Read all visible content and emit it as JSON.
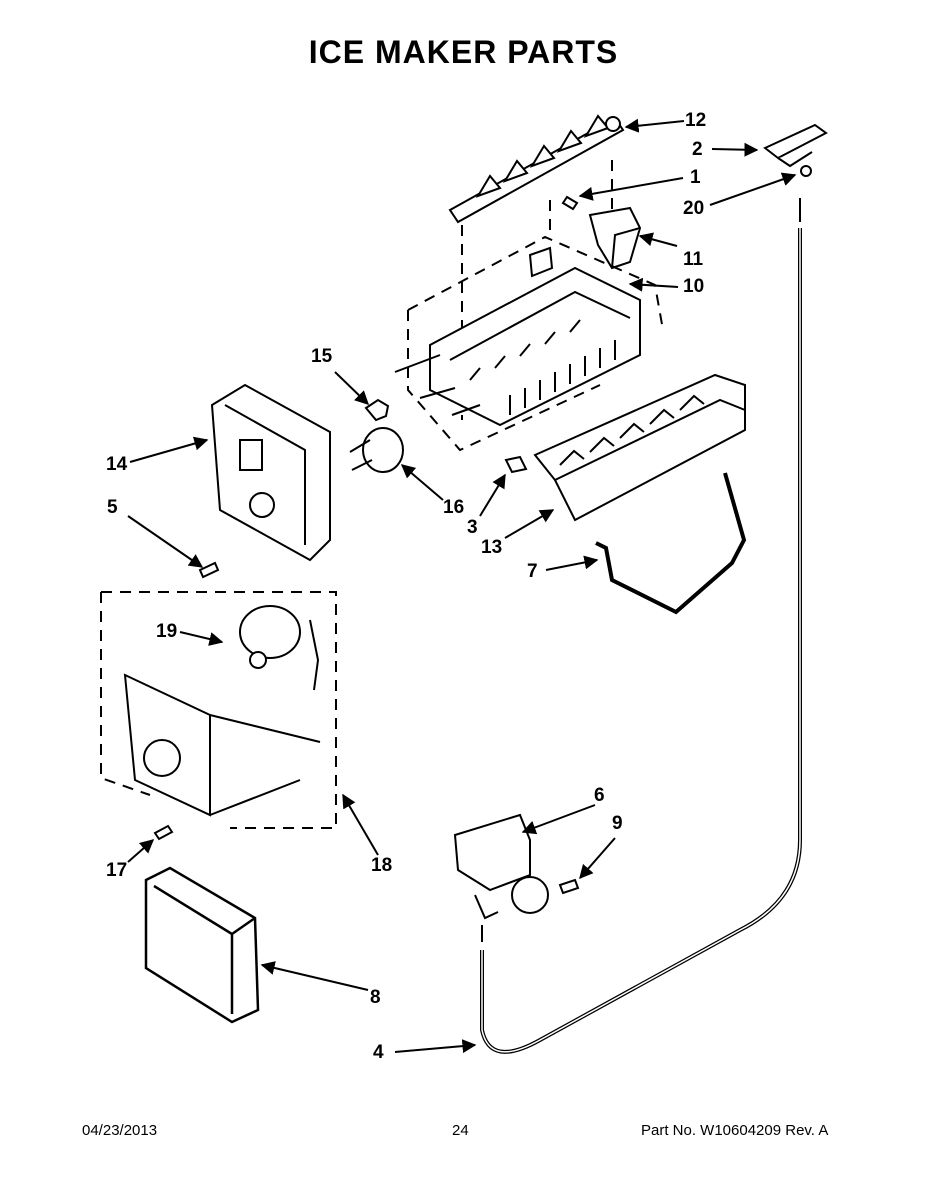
{
  "title": "ICE MAKER PARTS",
  "callouts": [
    "1",
    "2",
    "3",
    "4",
    "5",
    "6",
    "7",
    "8",
    "9",
    "10",
    "11",
    "12",
    "13",
    "14",
    "15",
    "16",
    "17",
    "18",
    "19",
    "20"
  ],
  "footer": {
    "date": "04/23/2013",
    "page_number": "24",
    "part_number": "Part No. W10604209 Rev. A"
  }
}
